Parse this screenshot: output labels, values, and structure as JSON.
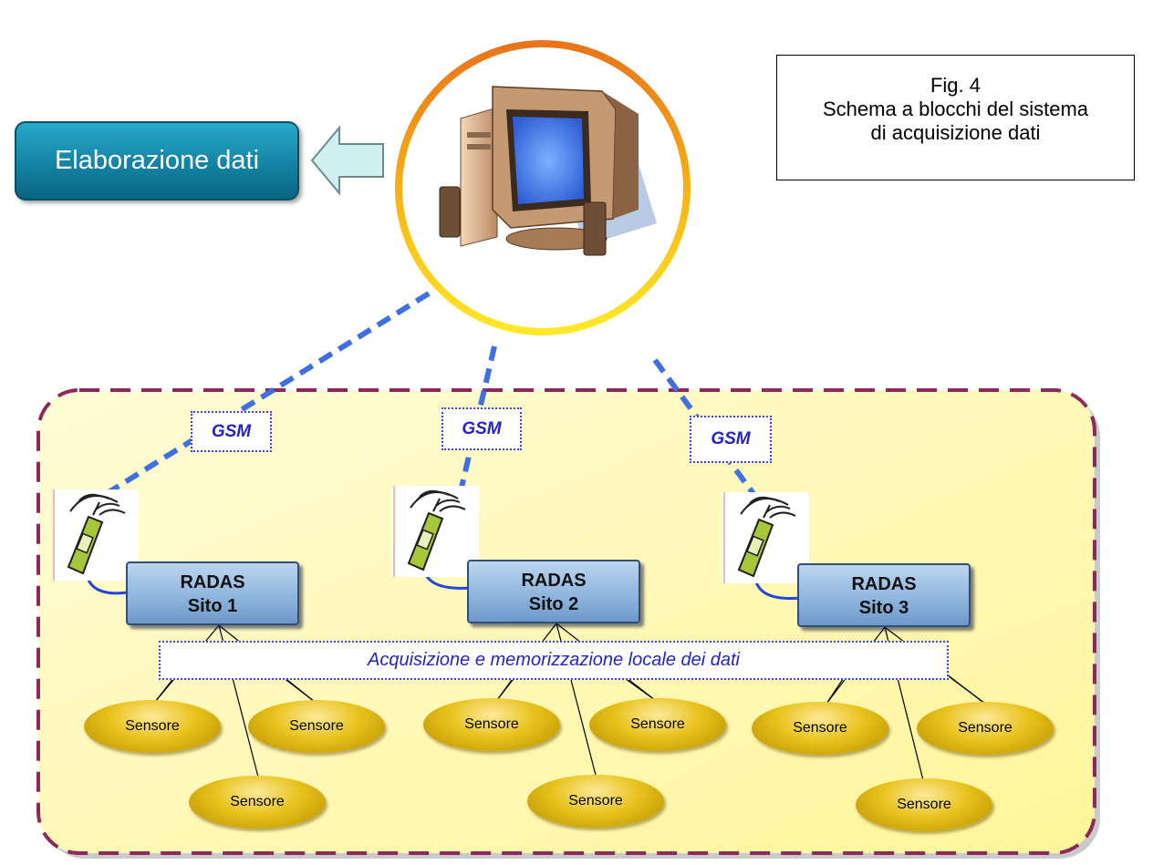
{
  "caption": {
    "lines": [
      "Fig. 4",
      "Schema a blocchi del sistema",
      "di acquisizione dati"
    ]
  },
  "processing": {
    "label": "Elaborazione dati"
  },
  "sites": [
    {
      "gsm": "GSM",
      "radas_line1": "RADAS",
      "radas_line2": "Sito 1"
    },
    {
      "gsm": "GSM",
      "radas_line1": "RADAS",
      "radas_line2": "Sito 2"
    },
    {
      "gsm": "GSM",
      "radas_line1": "RADAS",
      "radas_line2": "Sito 3"
    }
  ],
  "acquisition": {
    "label": "Acquisizione e memorizzazione locale dei dati"
  },
  "sensors": [
    "Sensore",
    "Sensore",
    "Sensore",
    "Sensore",
    "Sensore",
    "Sensore",
    "Sensore",
    "Sensore",
    "Sensore"
  ],
  "colors": {
    "link_dashes": "#3f6fe0",
    "site_area_border": "#8b2a5a",
    "site_area_fill": "#fffbd0",
    "sensor": "#e8c21a",
    "radas": "#8cb3dd",
    "processing": "#1483a3"
  },
  "icons": [
    "computer-icon",
    "mobile-phone-icon",
    "left-arrow-icon"
  ]
}
